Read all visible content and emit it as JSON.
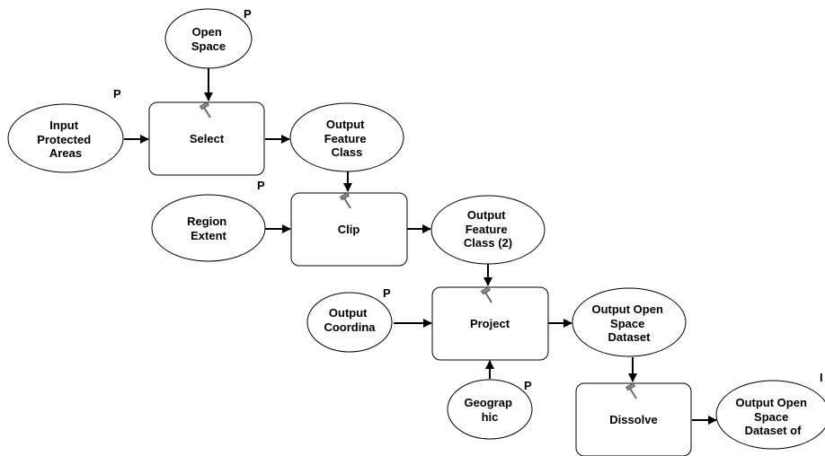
{
  "nodes": {
    "open_space": {
      "lines": [
        "Open",
        "Space"
      ]
    },
    "input_protected": {
      "lines": [
        "Input",
        "Protected",
        "Areas"
      ]
    },
    "select": {
      "lines": [
        "Select"
      ]
    },
    "output_fc": {
      "lines": [
        "Output",
        "Feature",
        "Class"
      ]
    },
    "region_extent": {
      "lines": [
        "Region",
        "Extent"
      ]
    },
    "clip": {
      "lines": [
        "Clip"
      ]
    },
    "output_fc2": {
      "lines": [
        "Output",
        "Feature",
        "Class (2)"
      ]
    },
    "output_coordina": {
      "lines": [
        "Output",
        "Coordina"
      ]
    },
    "project": {
      "lines": [
        "Project"
      ]
    },
    "output_os_dataset": {
      "lines": [
        "Output Open",
        "Space",
        "Dataset"
      ]
    },
    "geographic": {
      "lines": [
        "Geograp",
        "hic"
      ]
    },
    "dissolve": {
      "lines": [
        "Dissolve"
      ]
    },
    "output_os_dataset_of": {
      "lines": [
        "Output Open",
        "Space",
        "Dataset of"
      ]
    }
  },
  "parameter_marker": "P",
  "parameter_marker_partial": "I",
  "colors": {
    "stroke": "#000000",
    "fill": "#ffffff",
    "tool_icon": "#8a8a8a"
  },
  "icons": {
    "tool": "hammer-icon",
    "parameter": "parameter-marker"
  }
}
